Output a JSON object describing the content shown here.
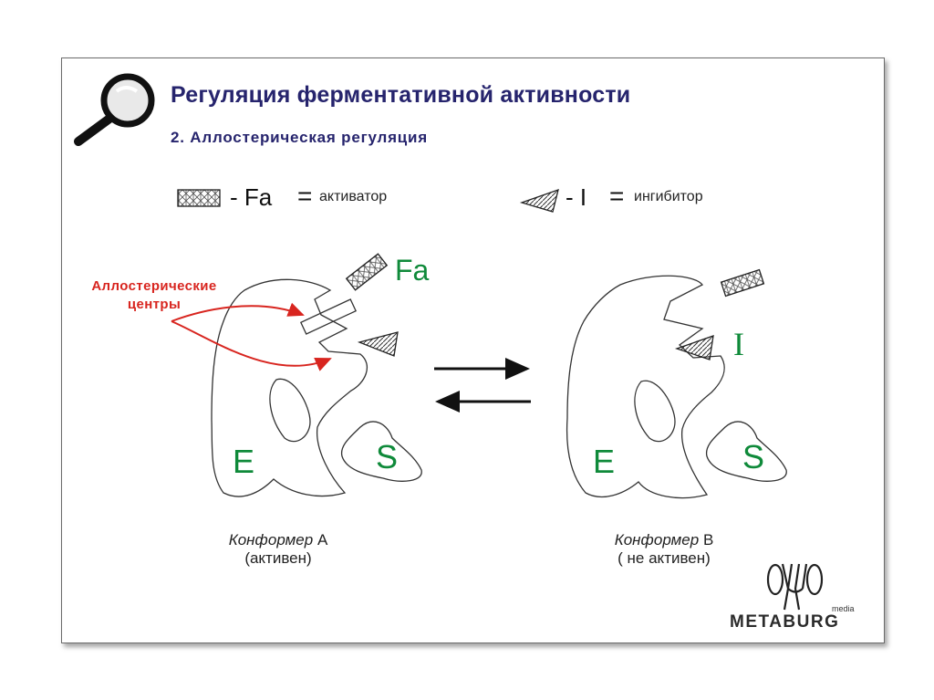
{
  "header": {
    "title": "Регуляция ферментативной активности",
    "subtitle": "2. Аллостерическая регуляция"
  },
  "legend": {
    "activator": {
      "sym": "- Fa",
      "eq": "=",
      "word": "активатор"
    },
    "inhibitor": {
      "sym": "- I",
      "eq": "=",
      "word": "ингибитор"
    }
  },
  "diagram": {
    "label_fa": "Fa",
    "label_i": "I",
    "label_e": "E",
    "label_s": "S",
    "allosteric_line1": "Аллостерические",
    "allosteric_line2": "центры"
  },
  "conformers": {
    "a_italic": "Конформер",
    "a_letter": "A",
    "a_state": "(активен)",
    "b_italic": "Конформер",
    "b_letter": "B",
    "b_state": "( не активен)"
  },
  "logo": {
    "name": "METABURG",
    "small": "media"
  },
  "colors": {
    "title": "#26246d",
    "green": "#0f8a3a",
    "red": "#d8251f"
  },
  "icons": [
    "magnifier-icon",
    "logo-figures-icon"
  ]
}
